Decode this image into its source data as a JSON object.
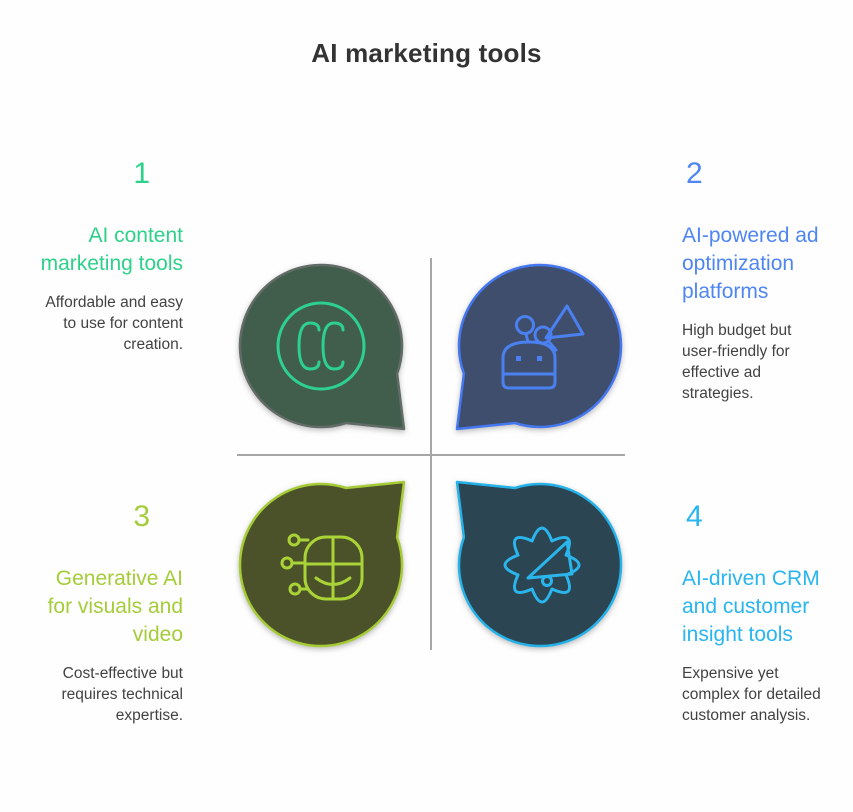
{
  "title": "AI marketing tools",
  "sections": [
    {
      "number": "1",
      "heading": "AI content\nmarketing tools",
      "description": "Affordable and easy\nto use for content\ncreation.",
      "accent": "#2ed189"
    },
    {
      "number": "2",
      "heading": "AI-powered ad\noptimization\nplatforms",
      "description": "High budget but\nuser-friendly for\neffective ad\nstrategies.",
      "accent": "#4f86f2"
    },
    {
      "number": "3",
      "heading": "Generative AI\nfor visuals and\nvideo",
      "description": "Cost-effective but\nrequires technical\nexpertise.",
      "accent": "#a4cd39"
    },
    {
      "number": "4",
      "heading": "AI-driven CRM\nand customer\ninsight tools",
      "description": "Expensive yet\ncomplex for detailed\ncustomer analysis.",
      "accent": "#29b5ef"
    }
  ],
  "bubbles": [
    {
      "icon": "closed-captions-icon",
      "fill": "#415e4c",
      "stroke": "#626b66",
      "icon_color": "#2dd08f"
    },
    {
      "icon": "robot-megaphone-icon",
      "fill": "#3e4e6c",
      "stroke": "#4477f0",
      "icon_color": "#4b80f0"
    },
    {
      "icon": "ai-face-circuit-icon",
      "fill": "#4b5129",
      "stroke": "#a5cb37",
      "icon_color": "#a9d337"
    },
    {
      "icon": "gear-megaphone-icon",
      "fill": "#2c4552",
      "stroke": "#25b2e9",
      "icon_color": "#2ab5ec"
    }
  ]
}
